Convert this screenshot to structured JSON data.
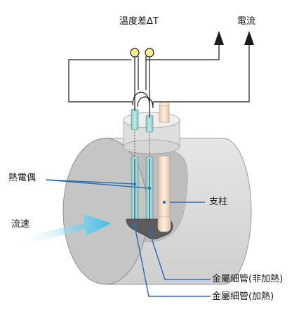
{
  "labels": {
    "temp_diff": "温度差",
    "delta_t": "ΔT",
    "current": "電流",
    "thermocouple": "熱電偶",
    "support": "支柱",
    "flow": "流速",
    "tube_unheated": "金屬細管(非加熱)",
    "tube_heated": "金屬細管(加熱)"
  },
  "colors": {
    "pipe_face": "#c9c9c9",
    "pipe_body": "#dcdcdc",
    "wire": "#1a1a1a",
    "leader": "#2f6fb5",
    "flow_arrow": "#33bde8",
    "tube": "#9fd3cf",
    "support_rod": "#f2dcc8",
    "terminal": "#f3f08a"
  }
}
